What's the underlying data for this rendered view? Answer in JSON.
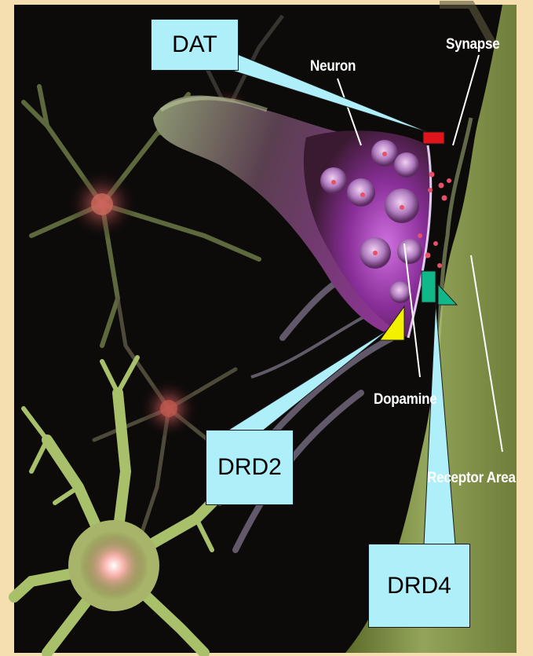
{
  "labels": {
    "neuron": "Neuron",
    "synapse": "Synapse",
    "dopamine": "Dopamine",
    "receptor_area": "Receptor Area"
  },
  "callouts": {
    "dat": "DAT",
    "drd2": "DRD2",
    "drd4": "DRD4"
  },
  "colors": {
    "page_background": "#f5deb0",
    "callout_fill": "#aeeffa",
    "dat_marker": "#e0151b",
    "drd2_marker": "#f3f000",
    "drd4_marker": "#10b889"
  }
}
